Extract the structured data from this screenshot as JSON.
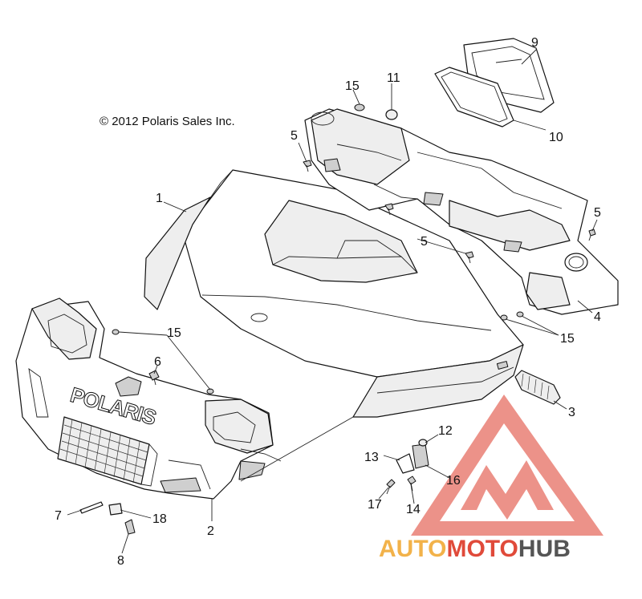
{
  "copyright": "© 2012 Polaris Sales Inc.",
  "brand_text": "POLARIS",
  "watermark": {
    "part1": "AUTO",
    "part2": "MOTO",
    "part3": "HUB",
    "colors": {
      "auto": "#f2b24a",
      "moto": "#e04a3a",
      "hub": "#555555",
      "emblem": "#e04a3a"
    }
  },
  "callouts": [
    {
      "id": "c1",
      "label": "1"
    },
    {
      "id": "c2",
      "label": "2"
    },
    {
      "id": "c3",
      "label": "3"
    },
    {
      "id": "c4",
      "label": "4"
    },
    {
      "id": "c5a",
      "label": "5"
    },
    {
      "id": "c5b",
      "label": "5"
    },
    {
      "id": "c5c",
      "label": "5"
    },
    {
      "id": "c6",
      "label": "6"
    },
    {
      "id": "c7",
      "label": "7"
    },
    {
      "id": "c8",
      "label": "8"
    },
    {
      "id": "c9",
      "label": "9"
    },
    {
      "id": "c10",
      "label": "10"
    },
    {
      "id": "c11",
      "label": "11"
    },
    {
      "id": "c12",
      "label": "12"
    },
    {
      "id": "c13",
      "label": "13"
    },
    {
      "id": "c14",
      "label": "14"
    },
    {
      "id": "c15a",
      "label": "15"
    },
    {
      "id": "c15b",
      "label": "15"
    },
    {
      "id": "c15c",
      "label": "15"
    },
    {
      "id": "c16",
      "label": "16"
    },
    {
      "id": "c17",
      "label": "17"
    },
    {
      "id": "c18",
      "label": "18"
    }
  ]
}
